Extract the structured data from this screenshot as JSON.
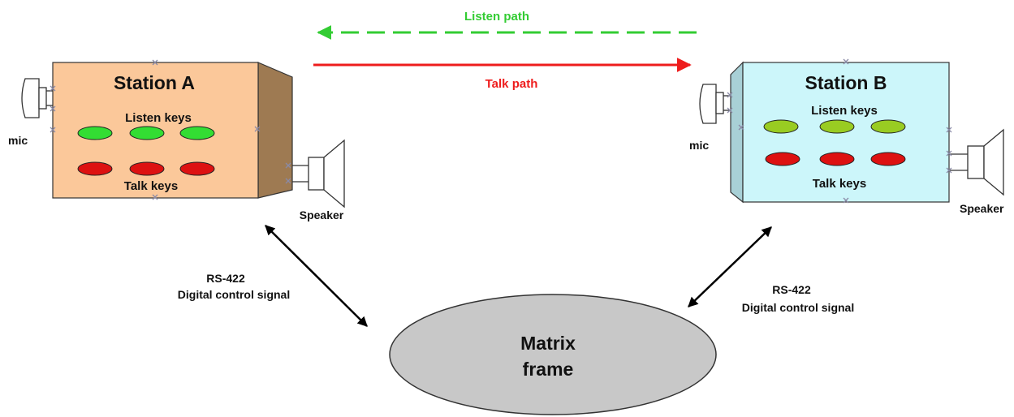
{
  "flow": {
    "listen_path": "Listen path",
    "talk_path": "Talk path"
  },
  "station_a": {
    "title": "Station A",
    "listen_keys": "Listen keys",
    "talk_keys": "Talk keys",
    "mic": "mic",
    "speaker": "Speaker"
  },
  "station_b": {
    "title": "Station B",
    "listen_keys": "Listen keys",
    "talk_keys": "Talk keys",
    "mic": "mic",
    "speaker": "Speaker"
  },
  "link_left": {
    "line1": "RS-422",
    "line2": "Digital control signal"
  },
  "link_right": {
    "line1": "RS-422",
    "line2": "Digital control signal"
  },
  "matrix": {
    "line1": "Matrix",
    "line2": "frame"
  },
  "colors": {
    "listen": "#33cc33",
    "talk": "#ee1c1c",
    "listen_key_a": "#33dd33",
    "listen_key_b": "#99cc22",
    "talk_key": "#dd1111",
    "station_a_fill": "#fbc89a",
    "station_b_fill": "#ccf6fa",
    "matrix_fill": "#c8c8c8",
    "text": "#111111"
  }
}
